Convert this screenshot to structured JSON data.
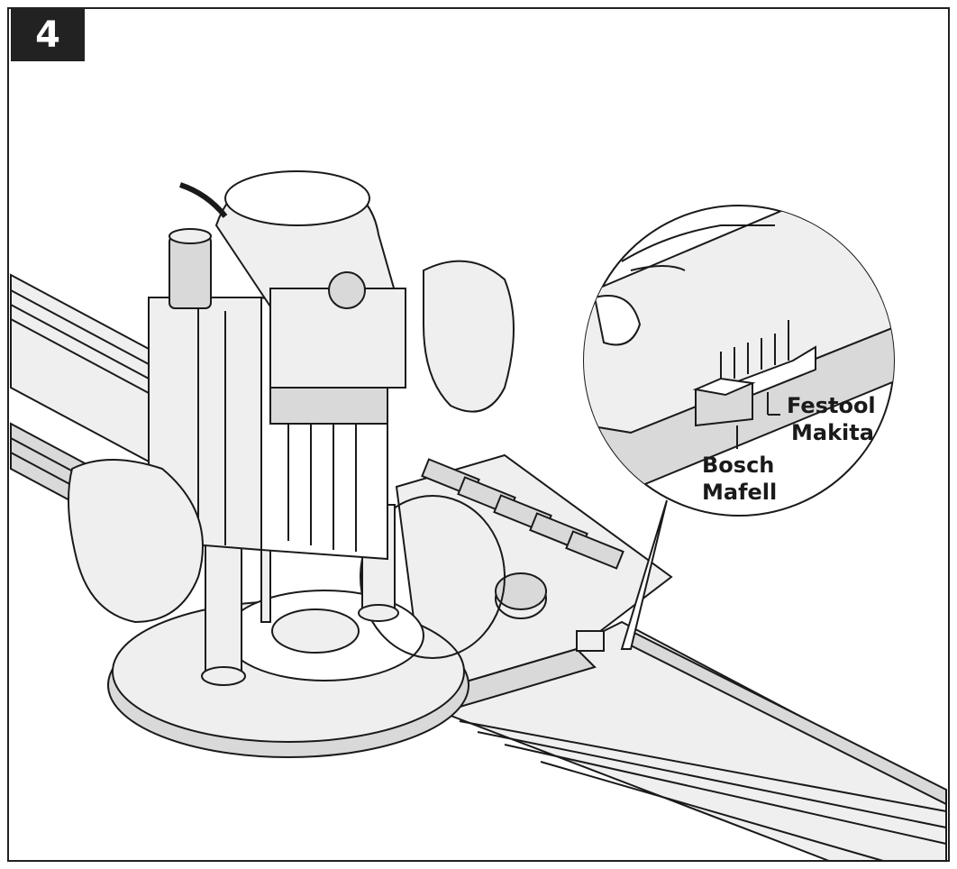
{
  "step": {
    "number": "4"
  },
  "callout": {
    "label_a_line1": "Festool",
    "label_a_line2": "Makita",
    "label_b_line1": "Bosch",
    "label_b_line2": "Mafell"
  },
  "colors": {
    "ink": "#1a1a1a",
    "shade": "#d9d9d9",
    "light": "#efefef"
  }
}
